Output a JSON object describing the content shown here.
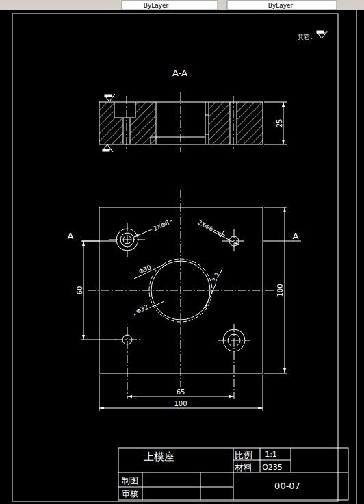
{
  "diagram": {
    "labels": [
      "ByLayer",
      "ByLayer",
      "其它:",
      "A-A",
      "25",
      "A",
      "A",
      "2XΦ8",
      "2XΦ6",
      "Φ30",
      "3.2",
      "Φ32",
      "60",
      "100",
      "65",
      "100",
      "上模座",
      "比例",
      "1:1",
      "材料",
      "Q235",
      "制图",
      "审核",
      "00-07"
    ]
  }
}
